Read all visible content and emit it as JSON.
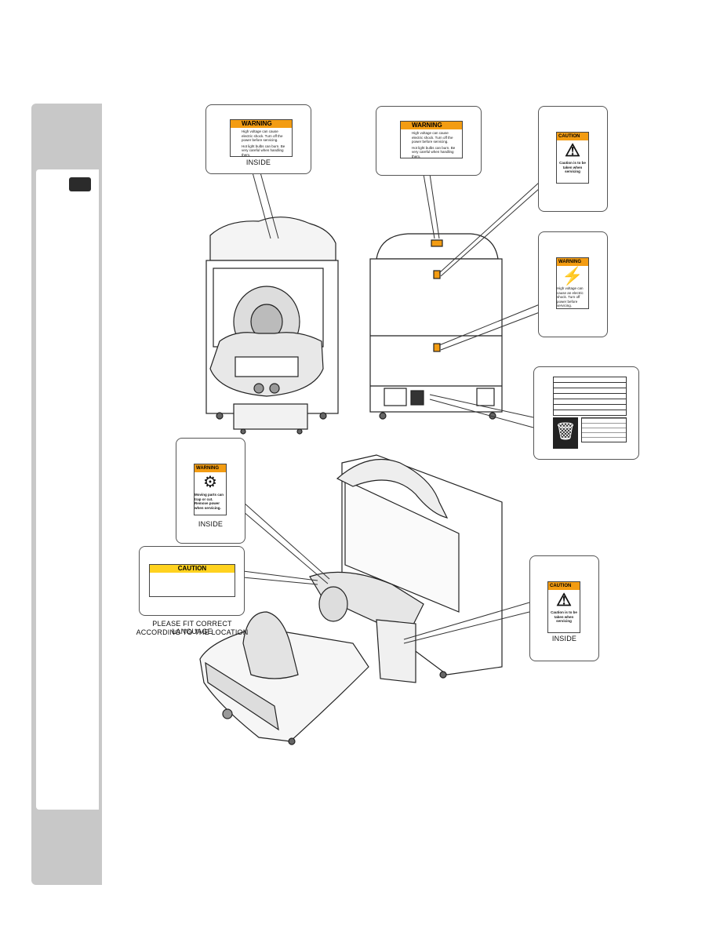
{
  "labels": {
    "warning": "WARNING",
    "caution": "CAUTION",
    "inside": "INSIDE",
    "high_voltage": "High voltage can cause electric shock. Turn off the power before servicing.",
    "hot": "Hot light bulbs can burn. Be very careful when handling them.",
    "caution_service": "Caution is to be taken when servicing",
    "moving_parts": "Moving parts can trap or cut. Remove power when servicing.",
    "high_voltage_short": "High voltage can cause an electric shock. Turn off power before servicing."
  },
  "notes": {
    "language_line1": "PLEASE FIT CORRECT LANGUAGE",
    "language_line2": "ACCORDING TO THE LOCATION"
  }
}
